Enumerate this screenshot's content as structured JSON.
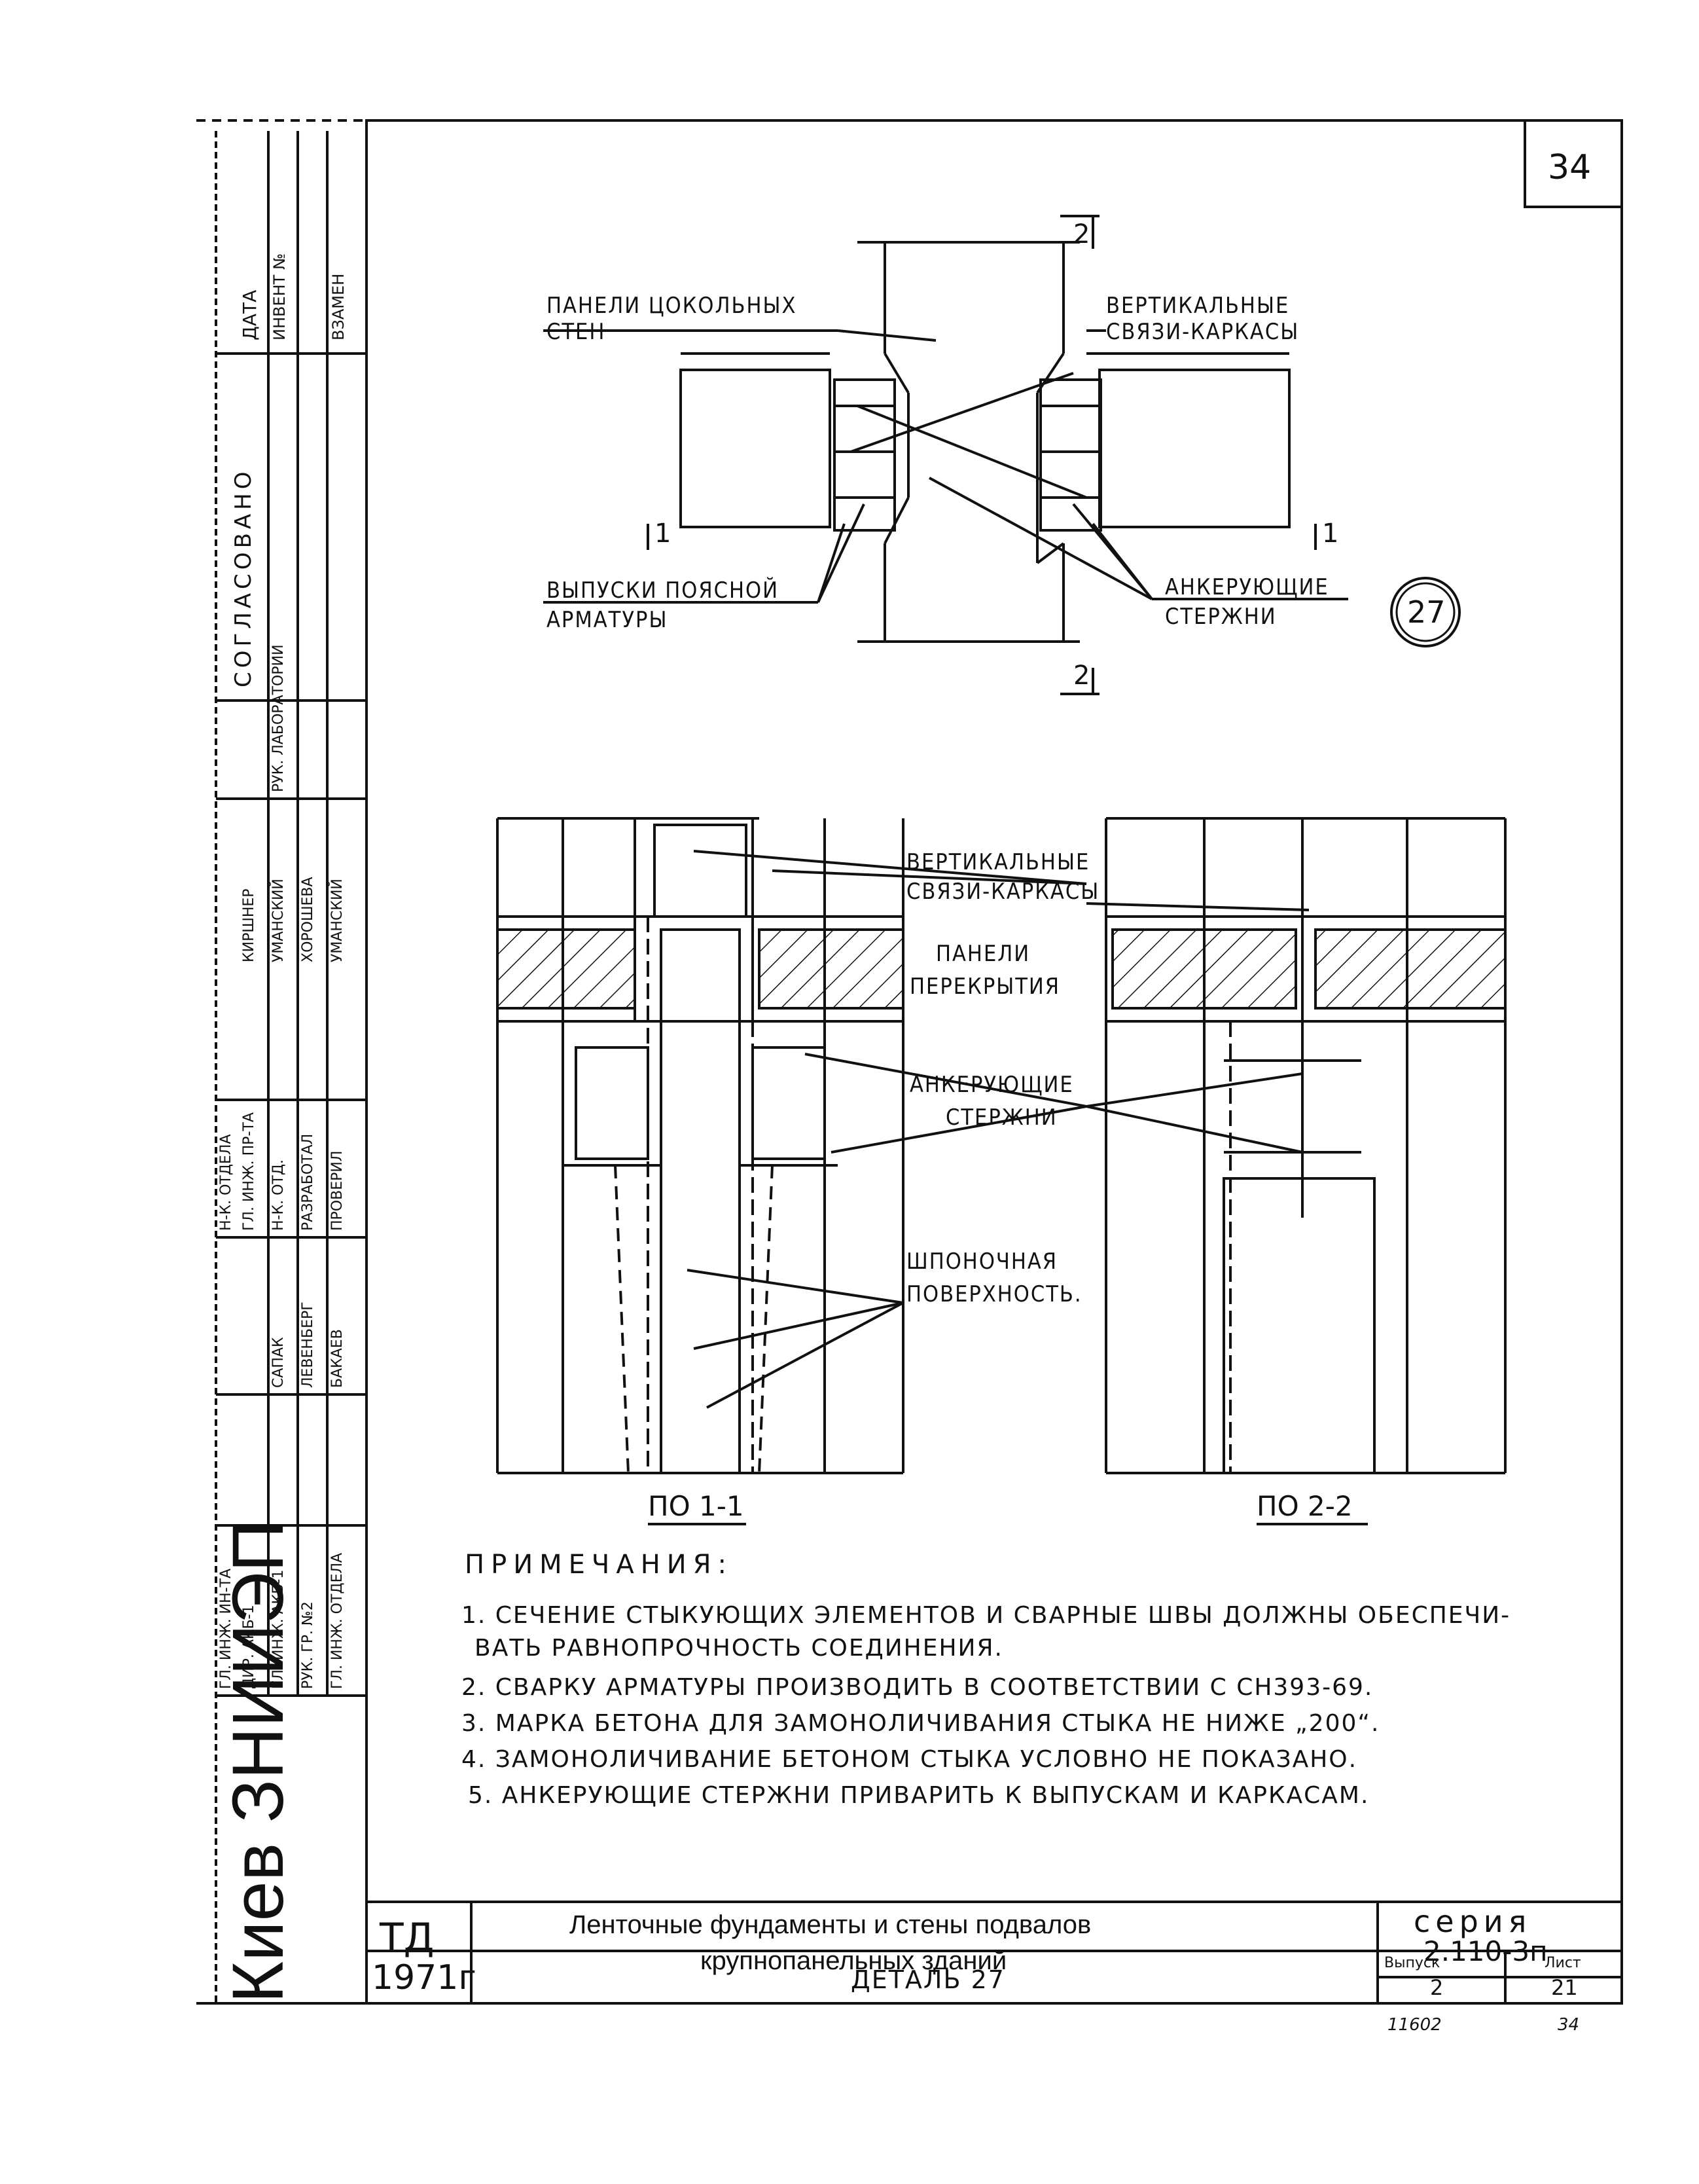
{
  "sheet_number": "34",
  "detail_number": "27",
  "plan": {
    "label_socle_panels": [
      "ПАНЕЛИ ЦОКОЛЬНЫХ",
      "СТЕН"
    ],
    "label_vertical_ties": [
      "ВЕРТИКАЛЬНЫЕ",
      "СВЯЗИ-КАРКАСЫ"
    ],
    "label_belt_outlets": [
      "ВЫПУСКИ ПОЯСНОЙ",
      "АРМАТУРЫ"
    ],
    "label_anchor_rods": [
      "АНКЕРУЮЩИЕ",
      "СТЕРЖНИ"
    ],
    "section_mark_2": "2",
    "section_mark_1": "1"
  },
  "sections": {
    "label_vertical_ties": [
      "ВЕРТИКАЛЬНЫЕ",
      "СВЯЗИ-КАРКАСЫ"
    ],
    "label_floor_panels": [
      "ПАНЕЛИ",
      "ПЕРЕКРЫТИЯ"
    ],
    "label_anchor_rods": [
      "АНКЕРУЮЩИЕ",
      "СТЕРЖНИ"
    ],
    "label_key_surface": [
      "ШПОНОЧНАЯ",
      "ПОВЕРХНОСТЬ."
    ],
    "caption_1": "ПО 1-1",
    "caption_2": "ПО 2-2"
  },
  "notes": {
    "title": "ПРИМЕЧАНИЯ:",
    "items": [
      "1. СЕЧЕНИЕ СТЫКУЮЩИХ ЭЛЕМЕНТОВ И СВАРНЫЕ ШВЫ ДОЛЖНЫ ОБЕСПЕЧИ-",
      "ВАТЬ РАВНОПРОЧНОСТЬ СОЕДИНЕНИЯ.",
      "2. СВАРКУ АРМАТУРЫ ПРОИЗВОДИТЬ В СООТВЕТСТВИИ С СН393-69.",
      "3. МАРКА БЕТОНА ДЛЯ ЗАМОНОЛИЧИВАНИЯ СТЫКА НЕ НИЖЕ „200“.",
      "4. ЗАМОНОЛИЧИВАНИЕ БЕТОНОМ СТЫКА УСЛОВНО НЕ ПОКАЗАНО.",
      "5. АНКЕРУЮЩИЕ СТЕРЖНИ ПРИВАРИТЬ К ВЫПУСКАМ И КАРКАСАМ."
    ]
  },
  "title_block": {
    "org": "Киев ЗНИИЭП",
    "code": "ТД",
    "year": "1971г",
    "title_line1": "Ленточные фундаменты и стены подвалов",
    "title_line2": "крупнопанельных зданий",
    "detail": "ДЕТАЛЬ 27",
    "series_label": "серия",
    "series_value": "2.110-3п",
    "issue_label": "Выпуск",
    "issue_value": "2",
    "sheet_label": "Лист",
    "sheet_value": "21",
    "footer_left": "11602",
    "footer_right": "34"
  },
  "side_stamp": {
    "top_cells": [
      "ДАТА",
      "ИНВЕНТ №",
      "ВЗАМЕН"
    ],
    "approved": "СОГЛАСОВАНО",
    "lab_head": "РУК. ЛАБОРАТОРИИ",
    "roles": [
      "ГЛ. ИНЖ. ИН-ТА",
      "ДИР. АКБ-1",
      "ГЛ. ИНЖ. АКБ-1",
      "РУК. ГР. №2",
      "ГЛ. ИНЖ. ОТДЕЛА",
      "ГЛ. ИНЖ. ПР-ТА",
      "Н-К. ОТД.",
      "РАЗРАБОТАЛ",
      "ПРОВЕРИЛ",
      "Н-К. ОТДЕЛА"
    ],
    "names": [
      "КИРШНЕР",
      "УМАНСКИЙ",
      "ХОРОШЕВА",
      "УМАНСКИЙ",
      "ЛЕВЕНБЕРГ",
      "САПАК",
      "БАКАЕВ"
    ]
  }
}
